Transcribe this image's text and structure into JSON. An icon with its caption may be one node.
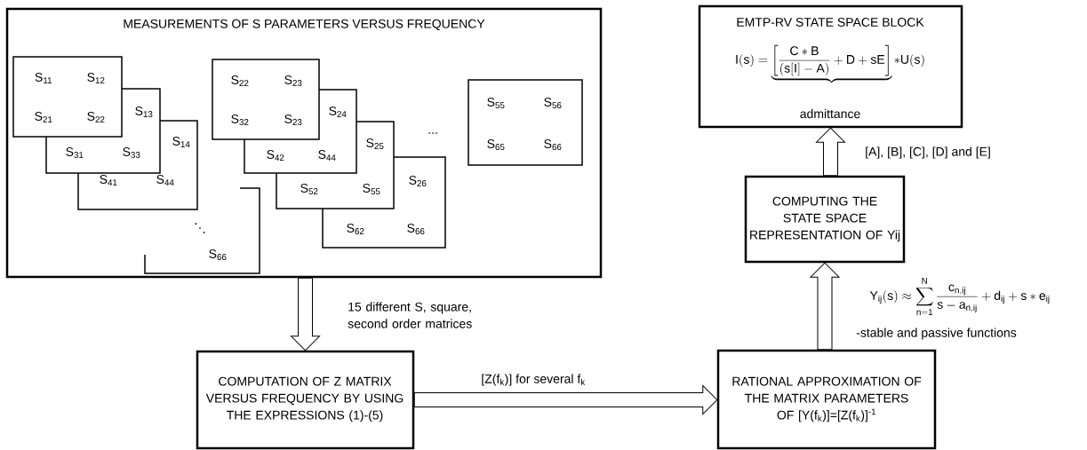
{
  "diagram": {
    "nodes": [
      {
        "text": [
          "MEASUREMENTS OF S PARAMETERS VERSUS FREQUENCY"
        ]
      },
      {
        "text": [
          "S$_{11}$",
          "S$_{12}$",
          "S$_{21}$",
          "S$_{22}$"
        ],
        "in": 0
      },
      {
        "text": [
          "S$_{13}$",
          "S$_{31}$",
          "S$_{33}$"
        ],
        "in": 0
      },
      {
        "text": [
          "S$_{14}$",
          "S$_{41}$",
          "S$_{44}$"
        ],
        "in": 0
      },
      {
        "text": [
          "⋱",
          "S$_{66}$"
        ],
        "in": 0
      },
      {
        "text": [
          "S$_{22}$",
          "S$_{23}$",
          "S$_{32}$",
          "S$_{23}$"
        ],
        "in": 0
      },
      {
        "text": [
          "S$_{24}$",
          "S$_{42}$",
          "S$_{44}$"
        ],
        "in": 0
      },
      {
        "text": [
          "S$_{25}$",
          "S$_{52}$",
          "S$_{55}$"
        ],
        "in": 0
      },
      {
        "text": [
          "S$_{26}$",
          "S$_{62}$",
          "S$_{66}$"
        ],
        "in": 0
      },
      {
        "text": [
          "S$_{55}$",
          "S$_{56}$",
          "S$_{65}$",
          "S$_{66}$"
        ],
        "in": 0
      },
      {
        "text": [
          "EMTP-RV STATE SPACE BLOCK",
          "\\mathrm{I(s)}=\\underbrace{\\left[\\frac{\\mathrm{C}\\ast\\mathrm{B}}{(\\mathrm{s[I]}-\\mathrm{A})}+\\mathrm{D}+\\mathrm{sE}\\right]}\\ast\\mathrm{U(s)}",
          "admittance"
        ]
      },
      {
        "text": [
          "COMPUTING THE STATE SPACE REPRESENTATION OF Yij"
        ]
      },
      {
        "text": [
          "COMPUTATION OF Z MATRIX VERSUS FREQUENCY BY USING THE EXPRESSIONS (1)-(5)"
        ]
      },
      {
        "text": [
          "RATIONAL APPROXIMATION OF THE MATRIX PARAMETERS OF [Y(f$_{k}$)]=[Z(f$_{k}$)]$^{-1}$"
        ]
      }
    ],
    "edges": [
      {
        "from": 0,
        "to": 12,
        "arrow": "to",
        "label": "15 different S, square, second order matrices"
      },
      {
        "from": 12,
        "to": 13,
        "arrow": "to",
        "label": "[Z(f$_{k}$)] for several f$_{k}$"
      },
      {
        "from": 13,
        "to": 11,
        "arrow": "to",
        "label": "-stable and passive functions"
      },
      {
        "from": 11,
        "to": 10,
        "arrow": "to",
        "label": "[A], [B], [C], [D] and [E]"
      }
    ],
    "labels": [
      "...",
      "\\mathrm{Y_{ij}(s)}\\approx\\sum_{\\mathrm{n=1}}^{\\mathrm{N}}\\frac{\\mathrm{c_{n,ij}}}{\\mathrm{s}-\\mathrm{a_{n,ij}}}+\\mathrm{d_{ij}}+\\mathrm{s}\\ast\\mathrm{e_{ij}}"
    ]
  }
}
